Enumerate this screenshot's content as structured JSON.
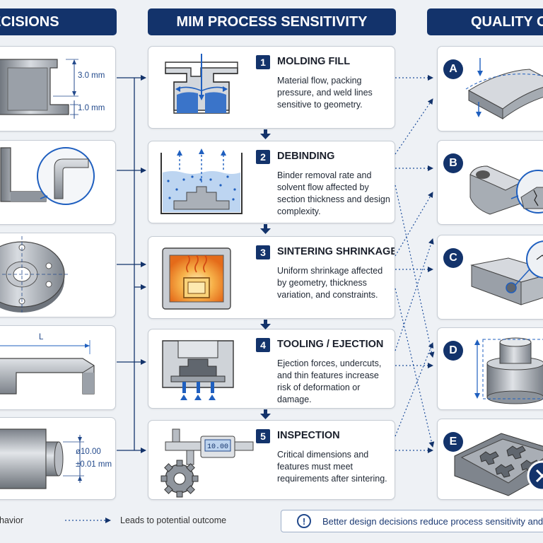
{
  "headers": {
    "left": "ECISIONS",
    "middle": "MIM PROCESS SENSITIVITY",
    "right": "QUALITY O"
  },
  "left_panel": {
    "dims": {
      "thickness_top": "3.0 mm",
      "thickness_bottom": "1.0 mm",
      "length": "L",
      "diameter": "ø10.00",
      "tolerance": "±0.01 mm"
    }
  },
  "process_steps": [
    {
      "number": "1",
      "title": "MOLDING FILL",
      "description": "Material flow, packing pressure, and weld lines sensitive to geometry."
    },
    {
      "number": "2",
      "title": "DEBINDING",
      "description": "Binder removal rate and solvent flow affected by section thickness and design complexity."
    },
    {
      "number": "3",
      "title": "SINTERING SHRINKAGE",
      "description": "Uniform shrinkage affected by geometry, thickness variation, and constraints."
    },
    {
      "number": "4",
      "title": "TOOLING / EJECTION",
      "description": "Ejection forces, undercuts, and thin features increase risk of deformation or damage."
    },
    {
      "number": "5",
      "title": "INSPECTION",
      "description": "Critical dimensions and features must meet requirements after sintering."
    }
  ],
  "gauge_reading": "10.00",
  "outcomes": [
    {
      "letter": "A"
    },
    {
      "letter": "B"
    },
    {
      "letter": "C"
    },
    {
      "letter": "D"
    },
    {
      "letter": "E"
    }
  ],
  "legend": {
    "solid_label": "havior",
    "dotted_label": "Leads to potential outcome"
  },
  "note": {
    "icon": "!",
    "text": "Better design decisions reduce process sensitivity and in"
  },
  "colors": {
    "navy": "#13336b",
    "blue_accent": "#1f5fbf",
    "heat": "#f39a2b"
  }
}
